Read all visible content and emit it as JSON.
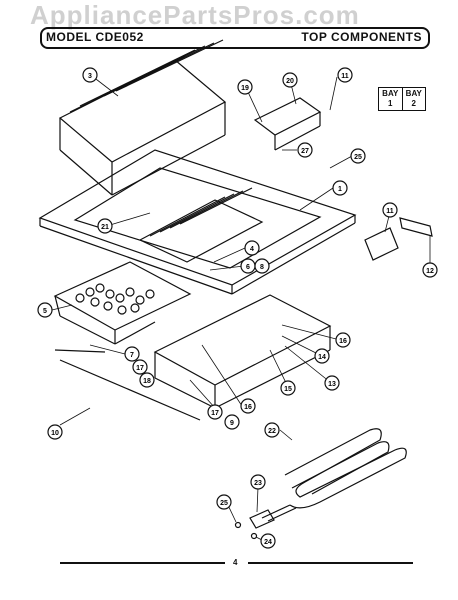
{
  "watermark": "AppliancePartsPros.com",
  "header": {
    "model": "MODEL CDE052",
    "section": "TOP COMPONENTS"
  },
  "bay": {
    "labels": [
      "BAY 1",
      "BAY 2"
    ]
  },
  "callouts": [
    "1",
    "3",
    "4",
    "5",
    "6",
    "7",
    "8",
    "9",
    "10",
    "11",
    "12",
    "13",
    "14",
    "15",
    "16",
    "17",
    "18",
    "19",
    "20",
    "21",
    "22",
    "23",
    "24",
    "25",
    "27"
  ],
  "page_number": "4"
}
